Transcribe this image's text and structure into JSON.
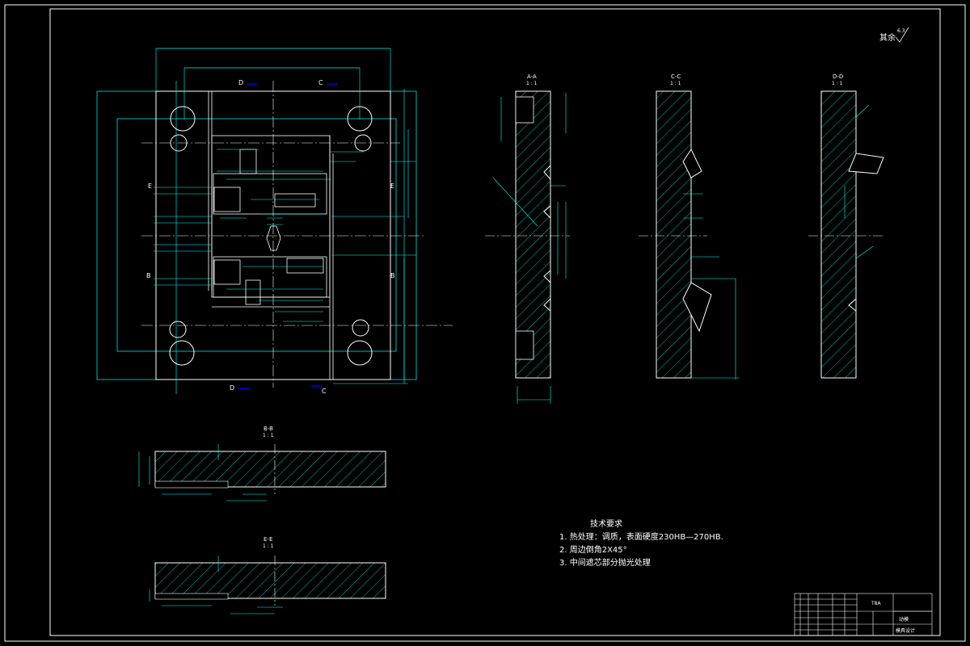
{
  "drawing": {
    "colors": {
      "background": "#000000",
      "frame": "#ffffff",
      "geometry": "#ffffff",
      "dimension": "#00ffff",
      "hatch": "#00ffff",
      "centerline": "#ffffff",
      "section_mark": "#0000ff"
    },
    "roughness_note": {
      "text": "其余",
      "value": "6.3"
    },
    "views": [
      {
        "id": "main-plan-view"
      },
      {
        "id": "section-a-a",
        "title": "A-A",
        "scale": "1 : 1"
      },
      {
        "id": "section-c-c",
        "title": "C-C",
        "scale": "1 : 1"
      },
      {
        "id": "section-d-d",
        "title": "D-D",
        "scale": "1 : 1"
      },
      {
        "id": "section-b-b",
        "title": "B-B",
        "scale": "1 : 1"
      },
      {
        "id": "section-e-e",
        "title": "E-E",
        "scale": "1 : 1"
      }
    ],
    "section_markers": [
      "D",
      "C",
      "E",
      "B",
      "D",
      "C"
    ],
    "tech_requirements": {
      "title": "技术要求",
      "items": [
        "1. 热处理：调质，表面硬度230HB—270HB.",
        "2. 周边倒角2X45°",
        "3. 中间遮芯部分抛光处理"
      ]
    },
    "title_block": {
      "part_name": "动模",
      "drawing_no": "模具设计",
      "material": "T8A"
    }
  }
}
